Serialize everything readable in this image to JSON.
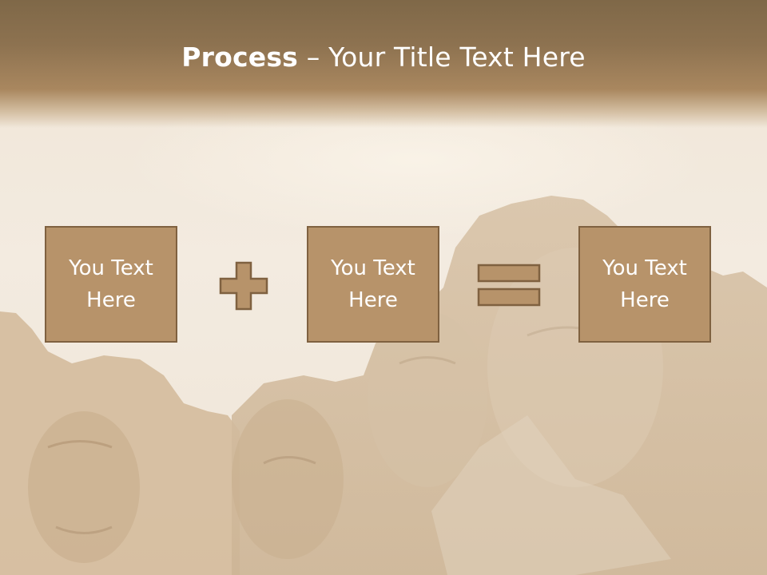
{
  "slide": {
    "title_bold": "Process",
    "title_rest": " – Your Title Text Here",
    "boxes": [
      {
        "line1": "You Text",
        "line2": "Here"
      },
      {
        "line1": "You Text",
        "line2": "Here"
      },
      {
        "line1": "You Text",
        "line2": "Here"
      }
    ],
    "operators": [
      "plus-icon",
      "equals-icon"
    ]
  },
  "colors": {
    "header": "#8d7250",
    "box_fill": "#b7936a",
    "box_border": "#7f6140",
    "text": "#ffffff"
  }
}
